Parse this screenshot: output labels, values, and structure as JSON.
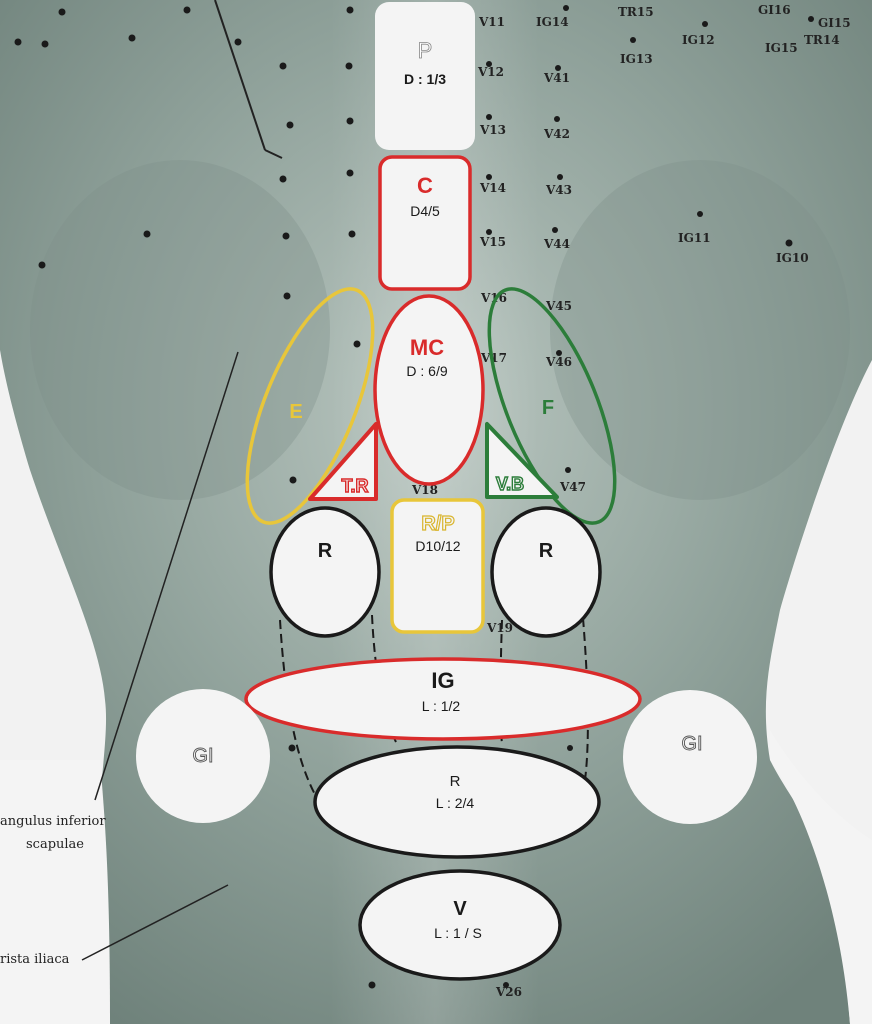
{
  "colors": {
    "red": "#d92b2b",
    "yellow": "#e8c63a",
    "green": "#2c7d3a",
    "dark": "#1a1a1a",
    "fill": "#f4f4f4"
  },
  "organs": {
    "p": {
      "title": "P",
      "sub": "D : 1/3"
    },
    "c": {
      "title": "C",
      "sub": "D4/5"
    },
    "mc": {
      "title": "MC",
      "sub": "D : 6/9"
    },
    "e": {
      "title": "E"
    },
    "f": {
      "title": "F"
    },
    "tr": {
      "title": "T.R"
    },
    "vb": {
      "title": "V.B"
    },
    "rp": {
      "title": "R/P",
      "sub": "D10/12"
    },
    "r_left": {
      "title": "R"
    },
    "r_right": {
      "title": "R"
    },
    "ig": {
      "title": "IG",
      "sub": "L :  1/2"
    },
    "gi_left": {
      "title": "GI"
    },
    "gi_right": {
      "title": "GI"
    },
    "r_lumbar": {
      "title": "R",
      "sub": "L :  2/4"
    },
    "v": {
      "title": "V",
      "sub": "L : 1 / S"
    }
  },
  "points": {
    "v11": "V11",
    "ig14": "IG14",
    "tr15": "TR15",
    "gi16": "GI16",
    "gi15": "GI15",
    "v12": "V12",
    "v41": "V41",
    "ig13": "IG13",
    "ig12": "IG12",
    "ig15": "IG15",
    "tr14": "TR14",
    "v13": "V13",
    "v42": "V42",
    "v14": "V14",
    "v43": "V43",
    "v15": "V15",
    "v44": "V44",
    "ig11": "IG11",
    "ig10": "IG10",
    "v16": "V16",
    "v45": "V45",
    "v17": "V17",
    "v46": "V46",
    "v47": "V47",
    "v18": "V18",
    "v19": "V19",
    "v26": "V26"
  },
  "annotations": {
    "angulus_line1": "angulus  inferior",
    "angulus_line2": "scapulae",
    "crista": "rista iliaca"
  }
}
